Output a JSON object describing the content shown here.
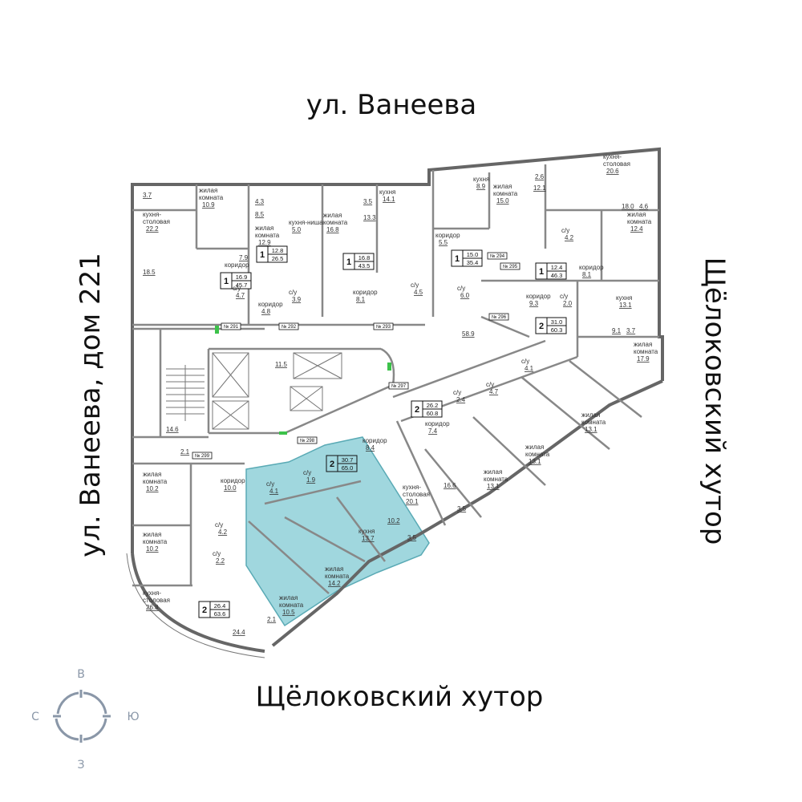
{
  "streets": {
    "top": "ул. Ванеева",
    "left": "ул. Ванеева, дом 221",
    "right": "Щёлоковский хутор",
    "bottom": "Щёлоковский хутор"
  },
  "compass": {
    "north": "С",
    "east": "В",
    "south": "Ю",
    "west": "З"
  },
  "highlight_color": "#8fd0d8",
  "rooms": [
    {
      "lines": [],
      "area": "3.7"
    },
    {
      "lines": [
        "жилая",
        "комната"
      ],
      "area": "10.9"
    },
    {
      "lines": [
        "кухня-",
        "столовая"
      ],
      "area": "22.2"
    },
    {
      "lines": [],
      "area": "18.5"
    },
    {
      "lines": [],
      "area": "7.9"
    },
    {
      "lines": [
        "коридор"
      ],
      "area": ""
    },
    {
      "lines": [
        "с/у"
      ],
      "area": "4.7"
    },
    {
      "lines": [],
      "area": "4.3"
    },
    {
      "lines": [],
      "area": "8.5"
    },
    {
      "lines": [
        "жилая",
        "комната"
      ],
      "area": "12.9"
    },
    {
      "lines": [
        "кухня-ниша"
      ],
      "area": "5.0"
    },
    {
      "lines": [
        "с/у"
      ],
      "area": "3.9"
    },
    {
      "lines": [
        "коридор"
      ],
      "area": "4.8"
    },
    {
      "lines": [],
      "area": "3.5"
    },
    {
      "lines": [
        "кухня"
      ],
      "area": "14.1"
    },
    {
      "lines": [],
      "area": "13.3"
    },
    {
      "lines": [
        "жилая",
        "комната"
      ],
      "area": "16.8"
    },
    {
      "lines": [
        "коридор"
      ],
      "area": "8.1"
    },
    {
      "lines": [
        "с/у"
      ],
      "area": "4.5"
    },
    {
      "lines": [
        "кухня"
      ],
      "area": "8.9"
    },
    {
      "lines": [],
      "area": "2.6"
    },
    {
      "lines": [
        "жилая",
        "комната"
      ],
      "area": "15.0"
    },
    {
      "lines": [],
      "area": "12.1"
    },
    {
      "lines": [
        "коридор"
      ],
      "area": "5.5"
    },
    {
      "lines": [
        "с/у"
      ],
      "area": "6.0"
    },
    {
      "lines": [
        "кухня-",
        "столовая"
      ],
      "area": "20.6"
    },
    {
      "lines": [],
      "area": "18.0"
    },
    {
      "lines": [],
      "area": "4.6"
    },
    {
      "lines": [
        "жилая",
        "комната"
      ],
      "area": "12.4"
    },
    {
      "lines": [
        "с/у"
      ],
      "area": "4.2"
    },
    {
      "lines": [
        "коридор"
      ],
      "area": "8.1"
    },
    {
      "lines": [
        "коридор"
      ],
      "area": "9.3"
    },
    {
      "lines": [
        "с/у"
      ],
      "area": "2.0"
    },
    {
      "lines": [
        "кухня"
      ],
      "area": "13.1"
    },
    {
      "lines": [],
      "area": "9.1"
    },
    {
      "lines": [],
      "area": "3.7"
    },
    {
      "lines": [
        "жилая",
        "комната"
      ],
      "area": "17.9"
    },
    {
      "lines": [],
      "area": "58.9"
    },
    {
      "lines": [],
      "area": "11.5"
    },
    {
      "lines": [],
      "area": "14.6"
    },
    {
      "lines": [],
      "area": "2.1"
    },
    {
      "lines": [
        "с/у"
      ],
      "area": "4.1"
    },
    {
      "lines": [
        "с/у"
      ],
      "area": "4.7"
    },
    {
      "lines": [
        "с/у"
      ],
      "area": "2.4"
    },
    {
      "lines": [
        "коридор"
      ],
      "area": "7.4"
    },
    {
      "lines": [
        "жилая",
        "комната"
      ],
      "area": "13.1"
    },
    {
      "lines": [
        "жилая",
        "комната"
      ],
      "area": "13.1"
    },
    {
      "lines": [
        "жилая",
        "комната"
      ],
      "area": "13.1"
    },
    {
      "lines": [],
      "area": "16.6"
    },
    {
      "lines": [
        "кухня-",
        "столовая"
      ],
      "area": "20.1"
    },
    {
      "lines": [],
      "area": "3.5"
    },
    {
      "lines": [
        "коридор"
      ],
      "area": "8.4"
    },
    {
      "lines": [
        "с/у"
      ],
      "area": "1.9"
    },
    {
      "lines": [
        "с/у"
      ],
      "area": "4.1"
    },
    {
      "lines": [],
      "area": "10.2"
    },
    {
      "lines": [
        "кухня"
      ],
      "area": "13.7"
    },
    {
      "lines": [],
      "area": "3.5"
    },
    {
      "lines": [
        "жилая",
        "комната"
      ],
      "area": "14.2"
    },
    {
      "lines": [
        "жилая",
        "комната"
      ],
      "area": "10.5"
    },
    {
      "lines": [
        "жилая",
        "комната"
      ],
      "area": "10.2"
    },
    {
      "lines": [
        "коридор"
      ],
      "area": "10.0"
    },
    {
      "lines": [
        "с/у"
      ],
      "area": "4.2"
    },
    {
      "lines": [
        "жилая",
        "комната"
      ],
      "area": "10.2"
    },
    {
      "lines": [
        "с/у"
      ],
      "area": "2.2"
    },
    {
      "lines": [
        "кухня-",
        "столовая"
      ],
      "area": "26.8"
    },
    {
      "lines": [],
      "area": "2.1"
    },
    {
      "lines": [],
      "area": "24.4"
    }
  ],
  "apartments": [
    {
      "rooms": "1",
      "living": "16.9",
      "total": "45.7"
    },
    {
      "rooms": "1",
      "living": "12.8",
      "total": "26.5"
    },
    {
      "rooms": "1",
      "living": "16.8",
      "total": "43.5"
    },
    {
      "rooms": "1",
      "living": "15.0",
      "total": "35.4"
    },
    {
      "rooms": "1",
      "living": "12.4",
      "total": "46.3"
    },
    {
      "rooms": "2",
      "living": "31.0",
      "total": "60.3"
    },
    {
      "rooms": "2",
      "living": "26.2",
      "total": "60.8"
    },
    {
      "rooms": "2",
      "living": "30.7",
      "total": "65.0"
    },
    {
      "rooms": "2",
      "living": "26.4",
      "total": "63.6"
    }
  ],
  "doors": [
    "№ 291",
    "№ 292",
    "№ 293",
    "№ 294",
    "№ 295",
    "№ 296",
    "№ 297",
    "№ 298",
    "№ 299"
  ]
}
